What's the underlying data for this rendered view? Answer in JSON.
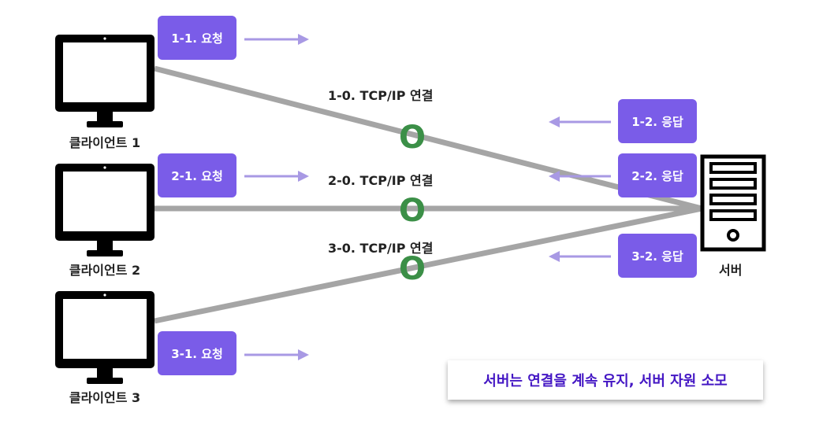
{
  "colors": {
    "line": "#a5a5a5",
    "connection_mark": "#3b8f47",
    "message_box": "#7a5ce8",
    "arrow": "#a899e4",
    "note_text": "#4417c4",
    "device": "#000000"
  },
  "clients": [
    {
      "label": "클라이언트 1",
      "request": "1-1. 요청"
    },
    {
      "label": "클라이언트 2",
      "request": "2-1. 요청"
    },
    {
      "label": "클라이언트 3",
      "request": "3-1. 요청"
    }
  ],
  "connections": [
    {
      "label": "1-0. TCP/IP 연결",
      "mark": "O",
      "response": "1-2. 응답"
    },
    {
      "label": "2-0. TCP/IP 연결",
      "mark": "O",
      "response": "2-2. 응답"
    },
    {
      "label": "3-0. TCP/IP 연결",
      "mark": "O",
      "response": "3-2. 응답"
    }
  ],
  "server": {
    "label": "서버",
    "icon": "server-icon"
  },
  "note": "서버는 연결을 계속 유지, 서버 자원 소모"
}
